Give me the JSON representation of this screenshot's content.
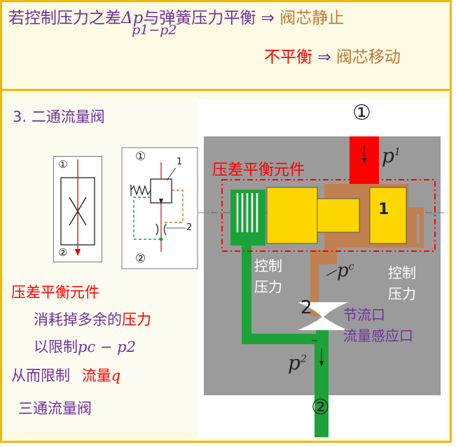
{
  "top": {
    "line1_a": "若控制压力之差",
    "line1_delta": "Δp",
    "line1_b": "与弹簧压力平衡",
    "line1_arrow": "⇒",
    "line1_result": "阀芯静止",
    "subscript": "p1−p2",
    "line2_a": "不平衡",
    "line2_arrow": "⇒",
    "line2_result": "阀芯移动"
  },
  "left": {
    "section_title": "3. 二通流量阀",
    "label_title": "压差平衡元件",
    "line1_a": "消耗掉多余的",
    "line1_b": "压力",
    "line2_a": "以限制",
    "line2_b": "pc",
    "line2_c": " − ",
    "line2_d": "p2",
    "line3_a": "从而限制",
    "line3_b": "流量",
    "line3_c": "q",
    "line4": "三通流量阀"
  },
  "symbol1": {
    "port_top": "①",
    "port_bottom": "②"
  },
  "symbol2": {
    "port_top": "①",
    "port_bottom": "②",
    "callout_1": "1",
    "callout_2": "2"
  },
  "diagram": {
    "port_in": "①",
    "port_out": "②",
    "p1": "p",
    "p1_sub": "1",
    "element_label": "压差平衡元件",
    "spool_label": "1",
    "ctrl_left_1": "控制",
    "ctrl_left_2": "压力",
    "ctrl_right_1": "控制",
    "ctrl_right_2": "压力",
    "pc": "p",
    "pc_sub": "c",
    "orifice_num": "2",
    "orifice_1": "节流口",
    "orifice_2": "流量感应口",
    "p2": "p",
    "p2_sub": "2",
    "colors": {
      "red": "#ff0000",
      "green": "#1ba33a",
      "brown": "#c08050",
      "spool": "#ffd700",
      "body": "#9b9b9b"
    }
  }
}
